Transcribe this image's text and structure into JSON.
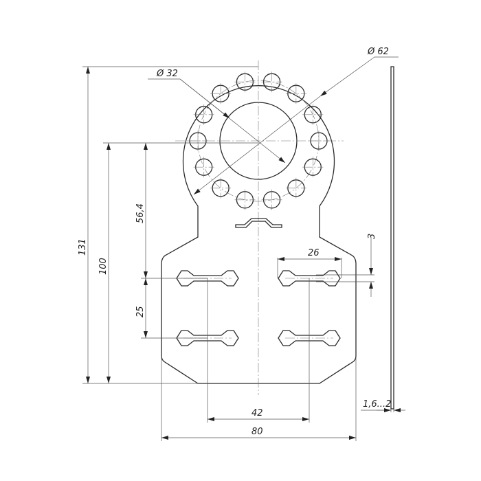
{
  "title": "Mounting plate drawing",
  "dimensions": {
    "outer_ring_diameter": "Ø 62",
    "center_hole_diameter": "Ø 32",
    "total_height": "131",
    "plate_height": "100",
    "center_to_slot": "56,4",
    "slot_spacing": "25",
    "slot_length": "26",
    "slot_width": "3",
    "slot_pitch": "42",
    "total_width": "80",
    "thickness": "1,6...2"
  },
  "ring_hole_count": 14,
  "colors": {
    "line": "#2a2a2a",
    "background": "#ffffff"
  }
}
